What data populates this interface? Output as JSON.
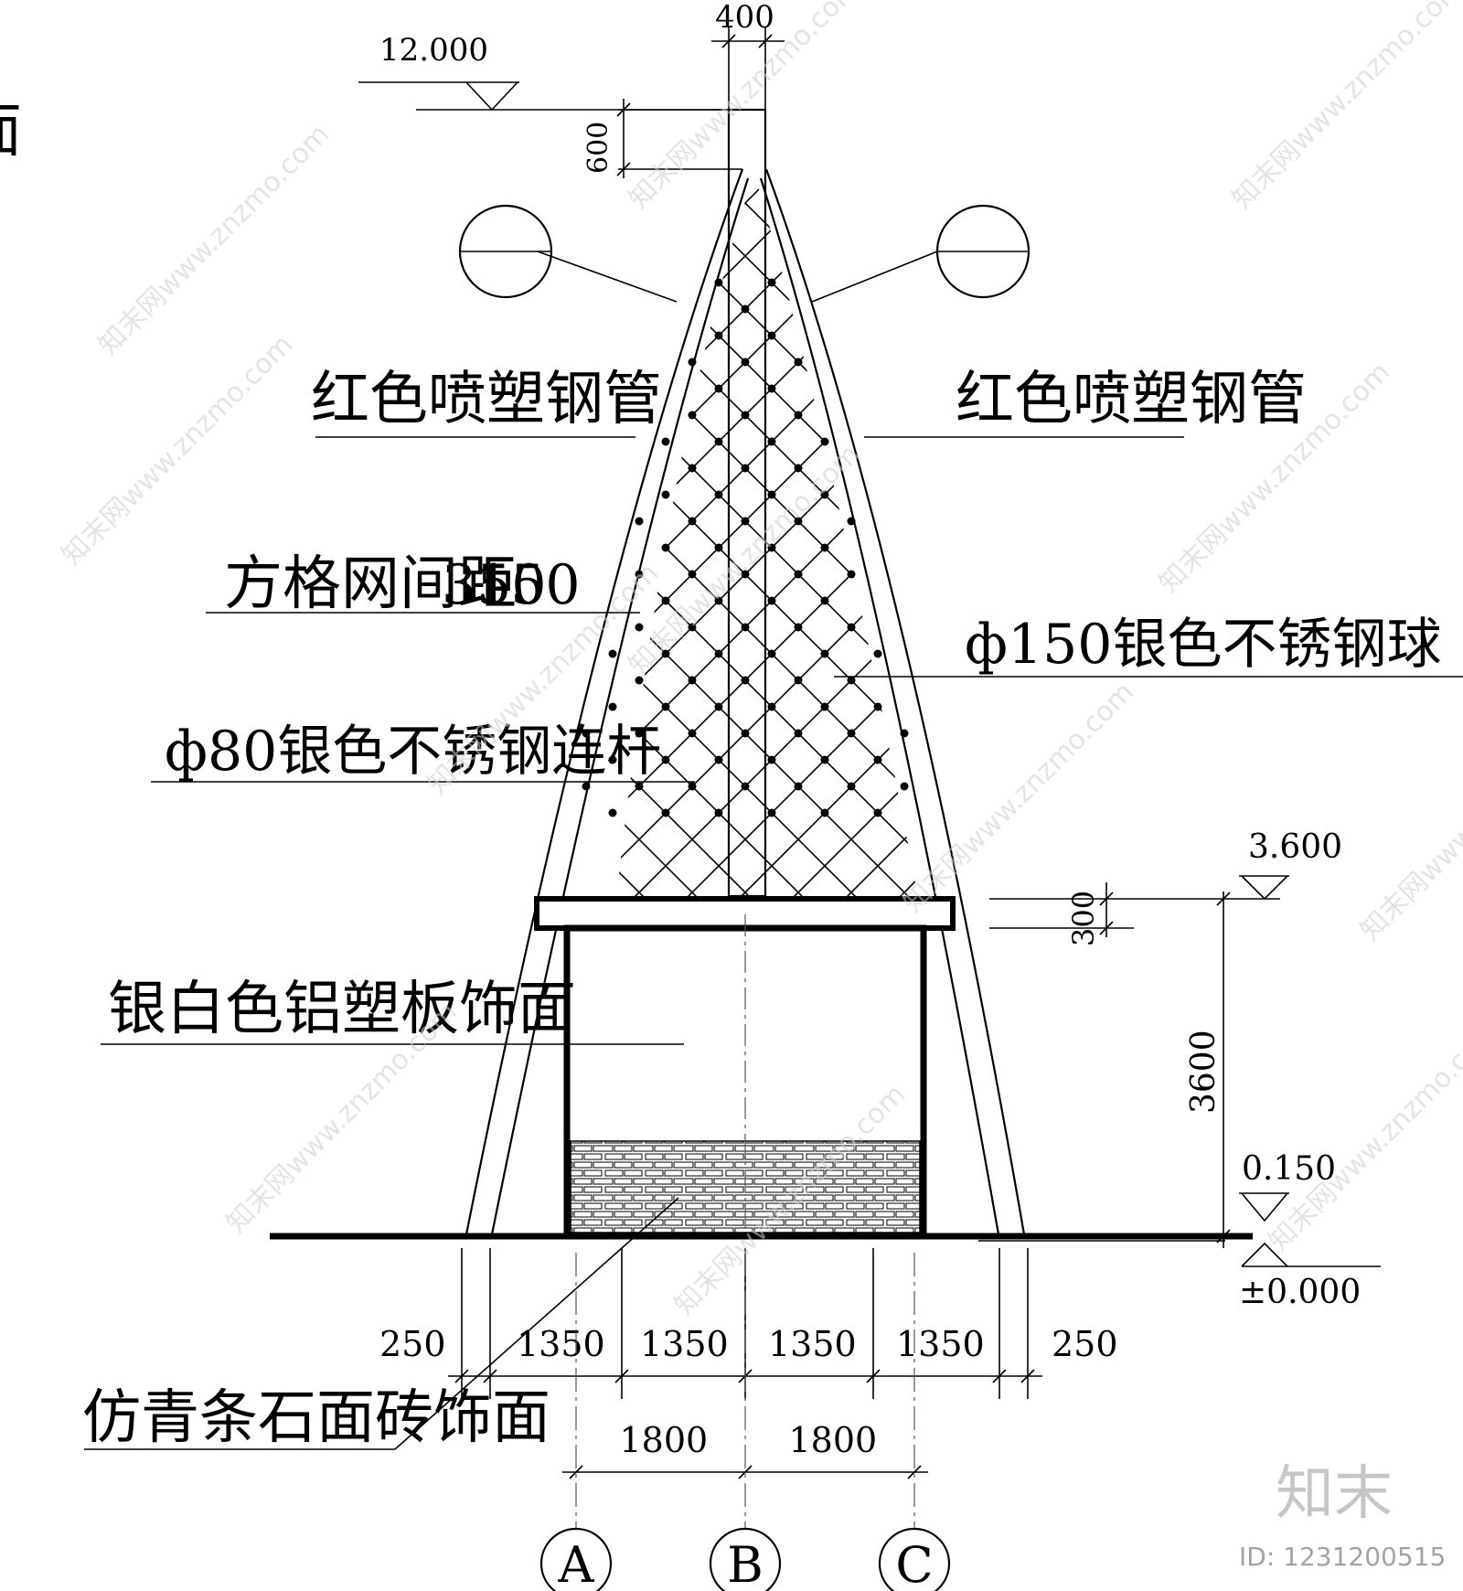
{
  "labels": {
    "top_elev": "12.000",
    "width_400": "400",
    "dim_600": "600",
    "pipe_left": "红色喷塑钢管",
    "pipe_right": "红色喷塑钢管",
    "grid_spacing": "方格网间距",
    "grid_spacing_val": "350",
    "grid_spacing_val2": "150",
    "ball": "ф150银色不锈钢球",
    "rod": "ф80银色不锈钢连杆",
    "elev_3600": "3.600",
    "dim_300": "300",
    "dim_3600": "3600",
    "alu_panel": "银白色铝塑板饰面",
    "elev_0150": "0.150",
    "elev_0000": "±0.000",
    "stone_tile": "仿青条石面砖饰面",
    "edge_char": "面"
  },
  "dims_bottom": [
    "250",
    "1350",
    "1350",
    "1350",
    "1350",
    "250"
  ],
  "dims_axes": [
    "1800",
    "1800"
  ],
  "axes": [
    "A",
    "B",
    "C"
  ],
  "watermark": {
    "text": "知末网www.znzmo.com",
    "brand": "知末",
    "id": "ID: 1231200515"
  }
}
